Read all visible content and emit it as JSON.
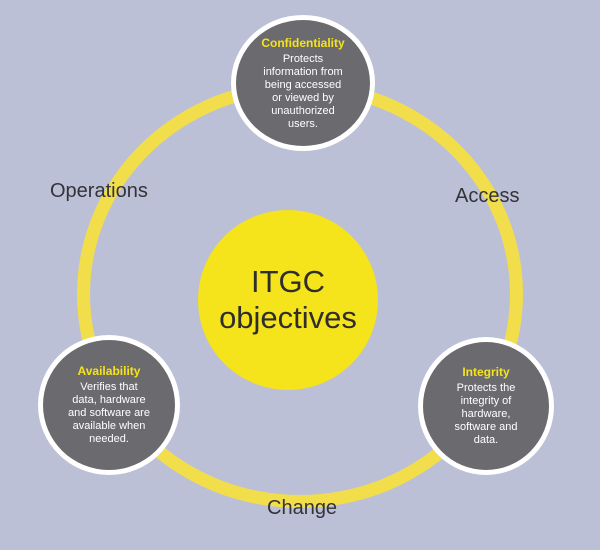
{
  "center": {
    "title": "ITGC\nobjectives"
  },
  "nodes": {
    "confidentiality": {
      "title": "Confidentiality",
      "description": "Protects\ninformation from\nbeing accessed\nor viewed by\nunauthorized\nusers."
    },
    "availability": {
      "title": "Availability",
      "description": "Verifies that\ndata, hardware\nand software are\navailable when\nneeded."
    },
    "integrity": {
      "title": "Integrity",
      "description": "Protects the\nintegrity of\nhardware,\nsoftware and\ndata."
    }
  },
  "edges": {
    "operations": "Operations",
    "access": "Access",
    "change": "Change"
  },
  "colors": {
    "background": "#bcc0d6",
    "ring": "#f2de4a",
    "center_fill": "#f5e31b",
    "node_fill": "#6b6b6f",
    "node_title": "#f5e31b"
  }
}
